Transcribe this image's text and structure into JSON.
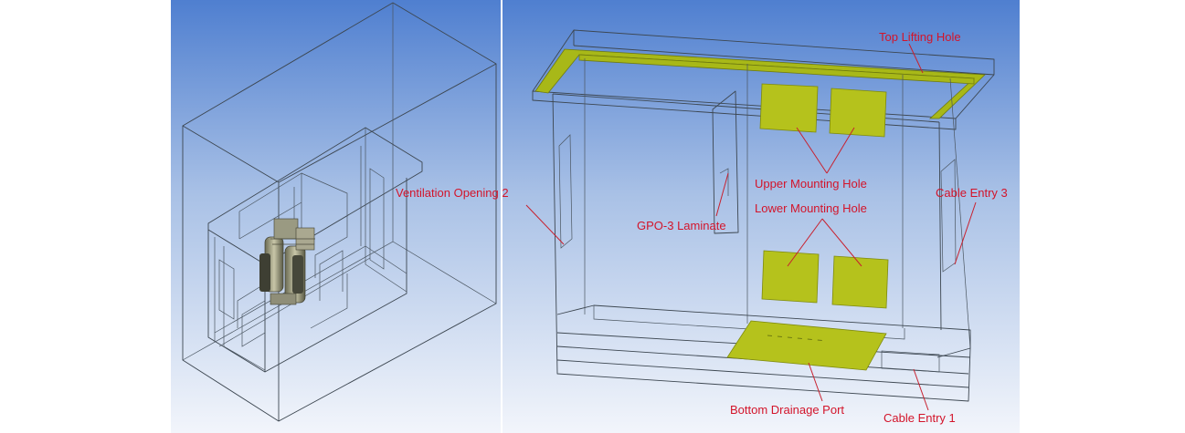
{
  "labels": {
    "top_lifting_hole": "Top Lifting Hole",
    "ventilation_opening_2": "Ventilation Opening 2",
    "upper_mounting_hole": "Upper Mounting Hole",
    "lower_mounting_hole": "Lower Mounting Hole",
    "gpo3_laminate": "GPO-3 Laminate",
    "cable_entry_3": "Cable Entry 3",
    "bottom_drainage_port": "Bottom Drainage Port",
    "cable_entry_1": "Cable Entry 1"
  },
  "colors": {
    "label_red": "#d3142a",
    "leader_red": "#c8202e",
    "component_green": "#b5c21c",
    "background_top": "#4f7fd0",
    "background_bottom": "#f2f5fb"
  },
  "icons": {
    "left_component": "transformer-assembly-icon"
  }
}
